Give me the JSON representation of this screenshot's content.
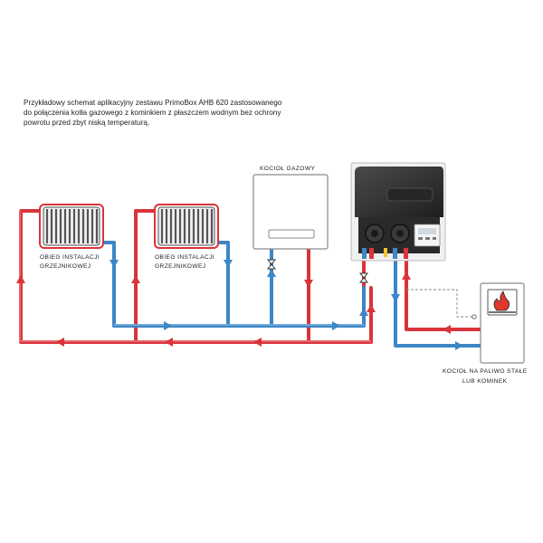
{
  "description": {
    "lines": [
      "Przykładowy schemat aplikacyjny zestawu PrimoBox AHB 620 zastosowanego",
      "do połączenia kotła gazowego z kominkiem z płaszczem wodnym bez ochrony",
      "powrotu przed zbyt niską temperaturą."
    ]
  },
  "labels": {
    "radiator1_line1": "OBIEG INSTALACJI",
    "radiator1_line2": "GRZEJNIKOWEJ",
    "radiator2_line1": "OBIEG INSTALACJI",
    "radiator2_line2": "GRZEJNIKOWEJ",
    "gas_boiler": "KOCIOŁ GAZOWY",
    "solid_boiler_line1": "KOCIOŁ NA PALIWO STAŁE",
    "solid_boiler_line2": "LUB KOMINEK"
  },
  "colors": {
    "supply_pipe": "#d9343b",
    "return_pipe": "#3d86c6",
    "radiator": "#5d5d5d",
    "module_body": "#2f2f2f",
    "fire": "#e0392b"
  }
}
